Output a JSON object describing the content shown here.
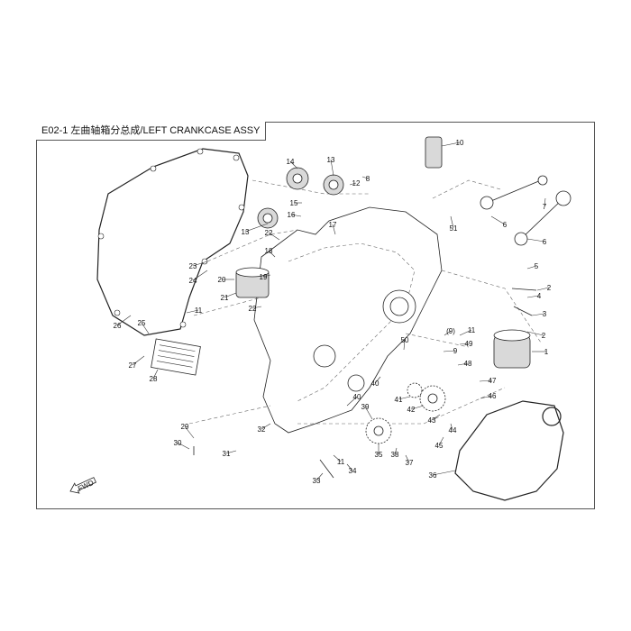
{
  "diagram": {
    "title": "E02-1 左曲轴箱分总成/LEFT CRANKCASE ASSY",
    "fwd_label": "FWD",
    "callouts": [
      "1",
      "2",
      "2",
      "3",
      "4",
      "5",
      "6",
      "6",
      "7",
      "8",
      "9",
      "(9)",
      "10",
      "11",
      "11",
      "11",
      "12",
      "13",
      "13",
      "14",
      "15",
      "16",
      "17",
      "18",
      "19",
      "20",
      "21",
      "22",
      "22",
      "23",
      "24",
      "25",
      "26",
      "27",
      "28",
      "29",
      "30",
      "31",
      "32",
      "33",
      "34",
      "35",
      "36",
      "37",
      "38",
      "39",
      "40",
      "40",
      "41",
      "42",
      "43",
      "44",
      "45",
      "46",
      "47",
      "48",
      "49",
      "50",
      "51"
    ]
  }
}
